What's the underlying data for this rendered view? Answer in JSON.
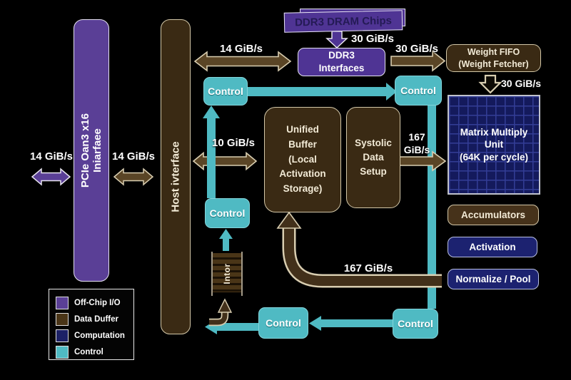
{
  "nodes": {
    "pcie": {
      "line1": "PCIe Oan3 x16",
      "line2": "Iniarfaee"
    },
    "host": {
      "label": "Host ivterface"
    },
    "dram": {
      "label": "DDR3 DRAM Chips"
    },
    "ddr3_if": {
      "line1": "DDR3",
      "line2": "Interfaces"
    },
    "weight_fifo": {
      "line1": "Weight FIFO",
      "line2": "(Weight Fetcher)"
    },
    "mmu": {
      "line1": "Matrix Multiply",
      "line2": "Unit",
      "line3": "(64K per cycle)"
    },
    "unified_buffer": {
      "lines": [
        "Unified",
        "Buffer",
        "(Local",
        "Activation",
        "Storage)"
      ]
    },
    "systolic": {
      "lines": [
        "Systolic",
        "Data",
        "Setup"
      ]
    },
    "accumulators": {
      "label": "Accumulators"
    },
    "activation": {
      "label": "Activation"
    },
    "normalize": {
      "label": "Normalize / Pool"
    },
    "control": {
      "label": "Control"
    },
    "instr": {
      "label": "Intor"
    }
  },
  "labels": {
    "left_pcie": "14 GiB/s",
    "pcie_host": "14 GiB/s",
    "host_ddr3": "14 GiB/s",
    "dram_down": "30 GiB/s",
    "ddr3_fifo": "30 GiB/s",
    "fifo_mmu": "30 GiB/s",
    "host_ub": "10 GiB/s",
    "systolic_mmu": {
      "line1": "167",
      "line2": "GiB/s"
    },
    "return_path": "167 GiB/s"
  },
  "legend": {
    "items": [
      {
        "label": "Off-Chip I/O",
        "color": "#5a3f96"
      },
      {
        "label": "Data Duffer",
        "color": "#4a3517"
      },
      {
        "label": "Computation",
        "color": "#1c2166"
      },
      {
        "label": "Control",
        "color": "#4fbac3"
      }
    ]
  }
}
